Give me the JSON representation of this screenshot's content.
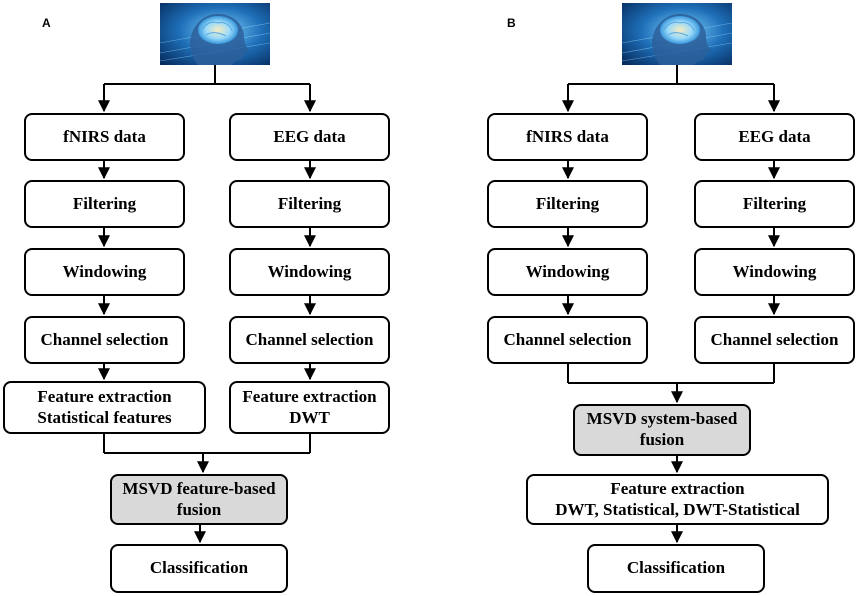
{
  "panels": [
    {
      "label": "A",
      "nodes": {
        "fnirs": "fNIRS data",
        "eeg": "EEG data",
        "filter_left": "Filtering",
        "filter_right": "Filtering",
        "window_left": "Windowing",
        "window_right": "Windowing",
        "channel_left": "Channel selection",
        "channel_right": "Channel selection",
        "feature_left": [
          "Feature extraction",
          "Statistical features"
        ],
        "feature_right": [
          "Feature extraction",
          "DWT"
        ],
        "fusion": [
          "MSVD feature-based",
          "fusion"
        ],
        "classification": "Classification"
      }
    },
    {
      "label": "B",
      "nodes": {
        "fnirs": "fNIRS data",
        "eeg": "EEG data",
        "filter_left": "Filtering",
        "filter_right": "Filtering",
        "window_left": "Windowing",
        "window_right": "Windowing",
        "channel_left": "Channel selection",
        "channel_right": "Channel selection",
        "fusion": [
          "MSVD system-based",
          "fusion"
        ],
        "feature": [
          "Feature extraction",
          "DWT, Statistical, DWT-Statistical"
        ],
        "classification": "Classification"
      }
    }
  ],
  "colors": {
    "fusion_fill": "#d9d9d9",
    "stroke": "#000000",
    "image_bg": "#1e6fb8"
  },
  "icons": {
    "header_image": "brain-head-icon"
  }
}
